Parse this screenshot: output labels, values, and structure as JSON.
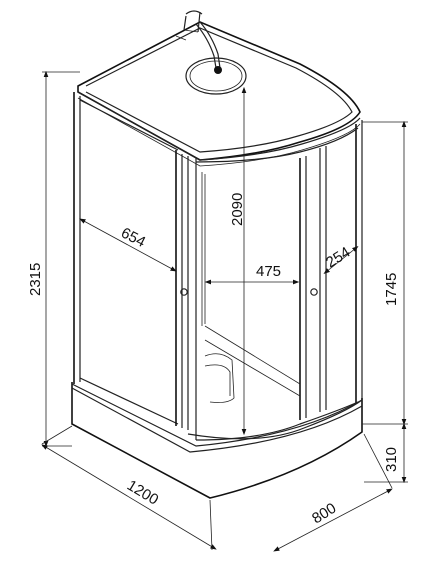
{
  "dimensions": {
    "height_total": "2315",
    "height_cabin": "1745",
    "height_tray": "310",
    "height_inner": "2090",
    "width": "1200",
    "depth": "800",
    "left_panel": "654",
    "door_opening": "475",
    "right_panel": "254"
  }
}
